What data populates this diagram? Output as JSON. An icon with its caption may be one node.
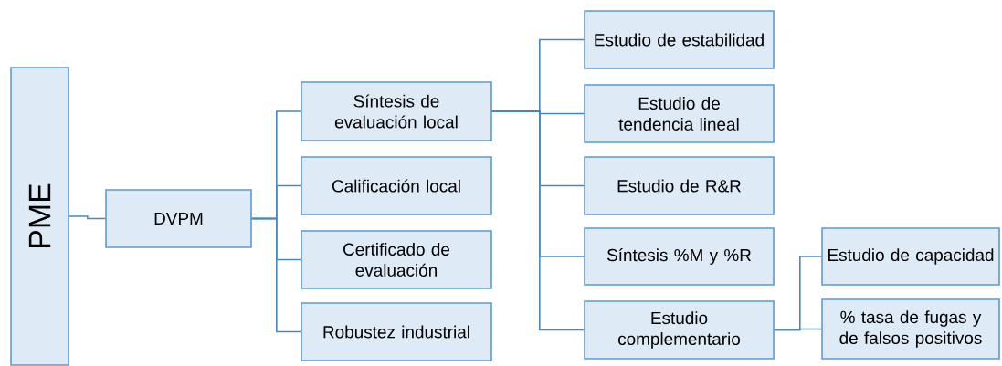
{
  "diagram": {
    "nodes": [
      {
        "text": [
          "PME"
        ]
      },
      {
        "text": [
          "DVPM"
        ]
      },
      {
        "text": [
          "Síntesis de evaluación local"
        ]
      },
      {
        "text": [
          "Calificación local"
        ]
      },
      {
        "text": [
          "Certificado de evaluación"
        ]
      },
      {
        "text": [
          "Robustez industrial"
        ]
      },
      {
        "text": [
          "Estudio de estabilidad"
        ]
      },
      {
        "text": [
          "Estudio de tendencia lineal"
        ]
      },
      {
        "text": [
          "Estudio de R&R"
        ]
      },
      {
        "text": [
          "Síntesis %M y %R"
        ]
      },
      {
        "text": [
          "Estudio complementario"
        ]
      },
      {
        "text": [
          "Estudio de capacidad"
        ]
      },
      {
        "text": [
          "% tasa de fugas y de falsos positivos"
        ]
      }
    ],
    "edges": [
      {
        "from": 0,
        "to": 1,
        "arrow": "none"
      },
      {
        "from": 1,
        "to": 2,
        "arrow": "none"
      },
      {
        "from": 1,
        "to": 3,
        "arrow": "none"
      },
      {
        "from": 1,
        "to": 4,
        "arrow": "none"
      },
      {
        "from": 1,
        "to": 5,
        "arrow": "none"
      },
      {
        "from": 2,
        "to": 6,
        "arrow": "none"
      },
      {
        "from": 2,
        "to": 7,
        "arrow": "none"
      },
      {
        "from": 2,
        "to": 8,
        "arrow": "none"
      },
      {
        "from": 2,
        "to": 9,
        "arrow": "none"
      },
      {
        "from": 2,
        "to": 10,
        "arrow": "none"
      },
      {
        "from": 10,
        "to": 11,
        "arrow": "none"
      },
      {
        "from": 10,
        "to": 12,
        "arrow": "none"
      }
    ]
  }
}
